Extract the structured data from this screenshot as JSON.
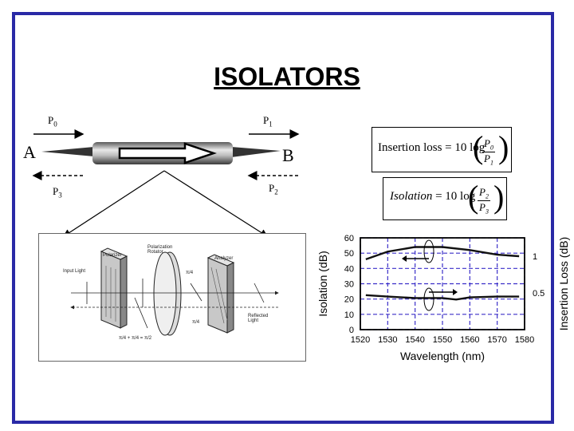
{
  "title": "ISOLATORS",
  "diagram": {
    "p0": "P",
    "p0_sub": "0",
    "p1": "P",
    "p1_sub": "1",
    "p2": "P",
    "p2_sub": "2",
    "p3": "P",
    "p3_sub": "3",
    "port_a": "A",
    "port_b": "B"
  },
  "formulas": {
    "insertion_loss_text": "Insertion loss = 10 log",
    "insertion_num": "P",
    "insertion_num_sub": "0",
    "insertion_den": "P",
    "insertion_den_sub": "1",
    "isolation_text": "Isolation",
    "isolation_rest": " = 10 log",
    "isolation_num": "P",
    "isolation_num_sub": "2",
    "isolation_den": "P",
    "isolation_den_sub": "3"
  },
  "inset": {
    "polarizer": "Polarizer",
    "rotator": "Polarization Rotator",
    "analyzer": "Analyzer",
    "input_light": "Input Light",
    "reflected_light": "Reflected Light",
    "pi4_a": "π/4",
    "pi4_b": "π/4",
    "sum": "π/4 + π/4 = π/2"
  },
  "chart_data": {
    "type": "line",
    "xlabel": "Wavelength (nm)",
    "ylabel": "Isolation (dB)",
    "y2label": "Insertion Loss (dB)",
    "x_ticks": [
      "1520",
      "1530",
      "1540",
      "1550",
      "1560",
      "1570",
      "1580"
    ],
    "y_ticks": [
      "0",
      "10",
      "20",
      "30",
      "40",
      "50",
      "60"
    ],
    "y2_ticks": [
      "1",
      "0.5"
    ],
    "xlim": [
      1520,
      1580
    ],
    "ylim": [
      0,
      60
    ],
    "y2lim": [
      0,
      1.25
    ],
    "grid": true,
    "series": [
      {
        "axis": "left",
        "x": [
          1522,
          1530,
          1540,
          1550,
          1560,
          1570,
          1578
        ],
        "y": [
          46,
          51,
          54,
          54,
          52,
          49,
          48
        ]
      },
      {
        "axis": "right",
        "x": [
          1522,
          1530,
          1540,
          1550,
          1555,
          1560,
          1570,
          1578
        ],
        "y": [
          0.47,
          0.45,
          0.43,
          0.43,
          0.41,
          0.44,
          0.45,
          0.45
        ]
      }
    ],
    "colors": {
      "grid": "#3b2fc9",
      "line": "#111111"
    }
  }
}
